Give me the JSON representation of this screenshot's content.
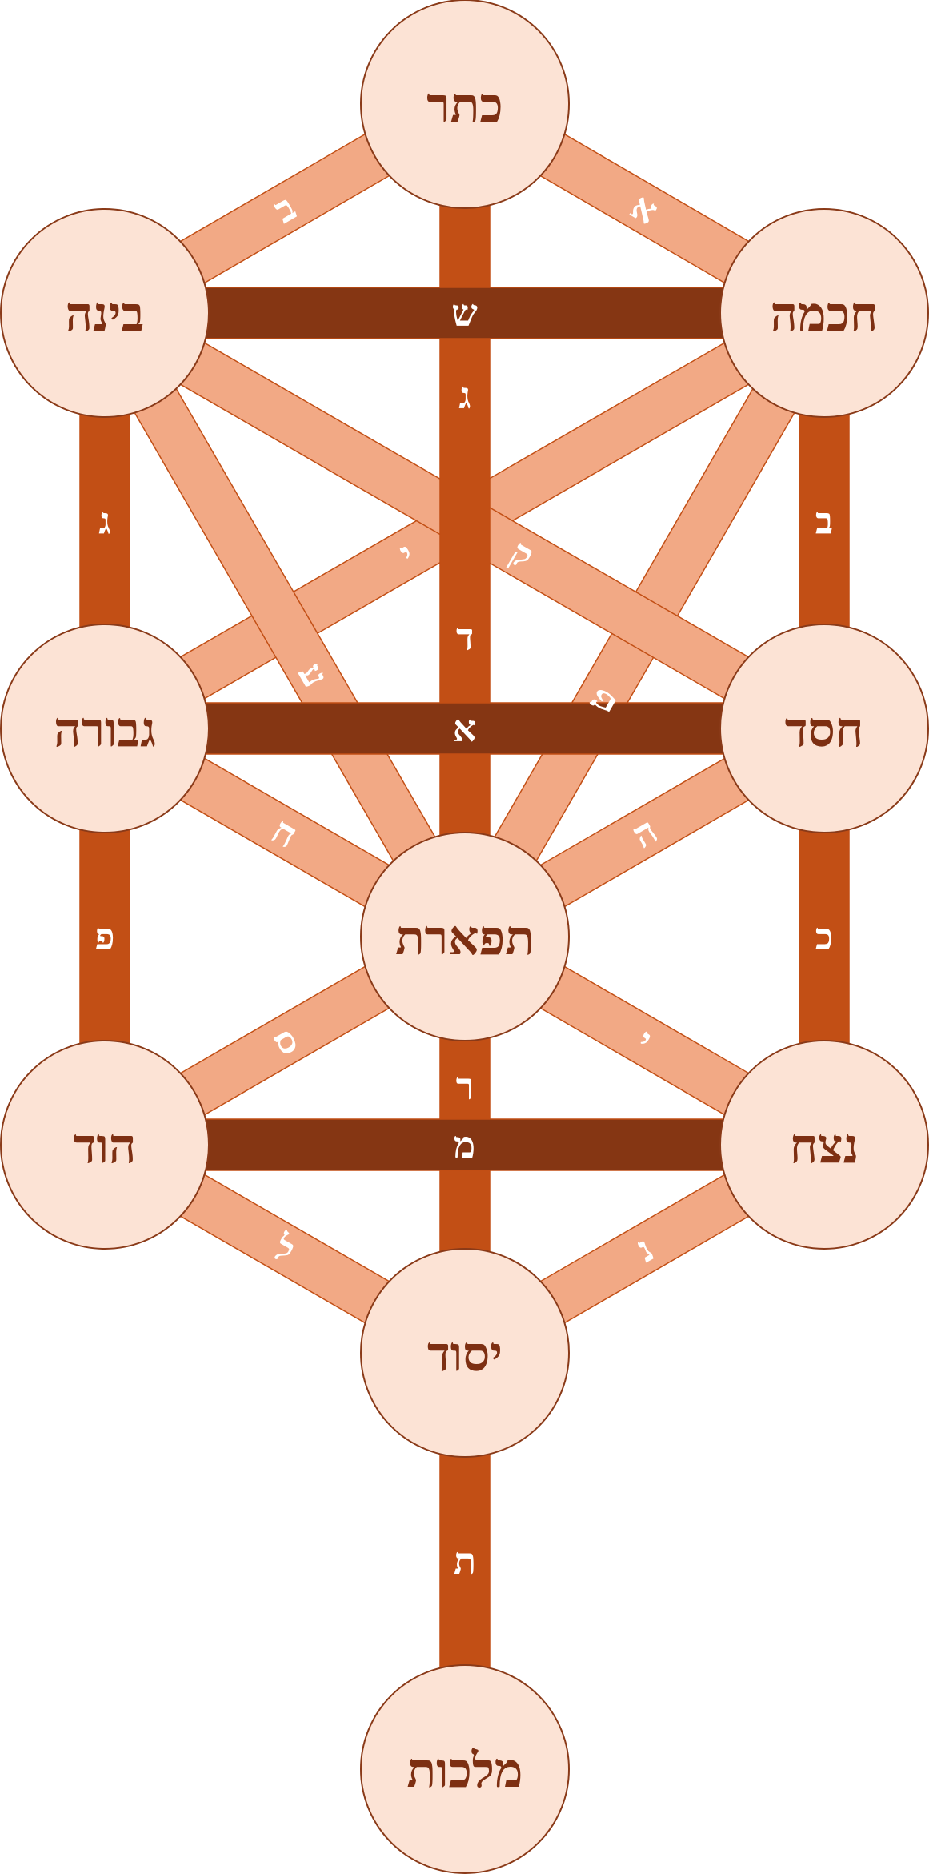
{
  "colors": {
    "background": "#ffffff",
    "node_fill": "#fce3d5",
    "node_stroke": "#8a3a18",
    "node_text": "#7d2f12",
    "light_path": "#f2a985",
    "medium_path": "#c24f15",
    "dark_path": "#853613",
    "path_text": "#ffffff"
  },
  "nodes": [
    {
      "id": "keter",
      "label": "כתר"
    },
    {
      "id": "chokhmah",
      "label": "חכמה"
    },
    {
      "id": "binah",
      "label": "בינה"
    },
    {
      "id": "chesed",
      "label": "חסד"
    },
    {
      "id": "gevurah",
      "label": "גבורה"
    },
    {
      "id": "tiferet",
      "label": "תפארת"
    },
    {
      "id": "netzach",
      "label": "נצח"
    },
    {
      "id": "hod",
      "label": "הוד"
    },
    {
      "id": "yesod",
      "label": "יסוד"
    },
    {
      "id": "malkhut",
      "label": "מלכות"
    }
  ],
  "paths": [
    {
      "from": "keter",
      "to": "chokhmah",
      "letter": "א",
      "style": "light"
    },
    {
      "from": "keter",
      "to": "binah",
      "letter": "ב",
      "style": "light"
    },
    {
      "from": "keter",
      "to": "tiferet",
      "letter": "ג",
      "style": "medium"
    },
    {
      "from": "chokhmah",
      "to": "binah",
      "letter": "ש",
      "style": "dark"
    },
    {
      "from": "chokhmah",
      "to": "chesed",
      "letter": "ב",
      "style": "medium"
    },
    {
      "from": "chokhmah",
      "to": "tiferet",
      "letter": "ט",
      "style": "light"
    },
    {
      "from": "chokhmah",
      "to": "gevurah",
      "letter": "י",
      "style": "light"
    },
    {
      "from": "binah",
      "to": "gevurah",
      "letter": "ג",
      "style": "medium"
    },
    {
      "from": "binah",
      "to": "tiferet",
      "letter": "ע",
      "style": "light"
    },
    {
      "from": "binah",
      "to": "chesed",
      "letter": "ק",
      "style": "light"
    },
    {
      "from": "chesed",
      "to": "gevurah",
      "letter": "א",
      "style": "dark"
    },
    {
      "from": "chesed",
      "to": "tiferet",
      "letter": "ה",
      "style": "light"
    },
    {
      "from": "chesed",
      "to": "netzach",
      "letter": "כ",
      "style": "medium"
    },
    {
      "from": "gevurah",
      "to": "tiferet",
      "letter": "ח",
      "style": "light"
    },
    {
      "from": "gevurah",
      "to": "hod",
      "letter": "פ",
      "style": "medium"
    },
    {
      "from": "tiferet",
      "to": "netzach",
      "letter": "י",
      "style": "light"
    },
    {
      "from": "tiferet",
      "to": "hod",
      "letter": "ס",
      "style": "light"
    },
    {
      "from": "tiferet",
      "to": "yesod",
      "letter": "ר",
      "style": "medium"
    },
    {
      "from": "netzach",
      "to": "hod",
      "letter": "מ",
      "style": "dark"
    },
    {
      "from": "netzach",
      "to": "yesod",
      "letter": "נ",
      "style": "light"
    },
    {
      "from": "hod",
      "to": "yesod",
      "letter": "ל",
      "style": "light"
    },
    {
      "from": "yesod",
      "to": "malkhut",
      "letter": "ת",
      "style": "medium"
    },
    {
      "from": "keter",
      "to": "tiferet",
      "letter": "ד",
      "style": "none"
    }
  ]
}
